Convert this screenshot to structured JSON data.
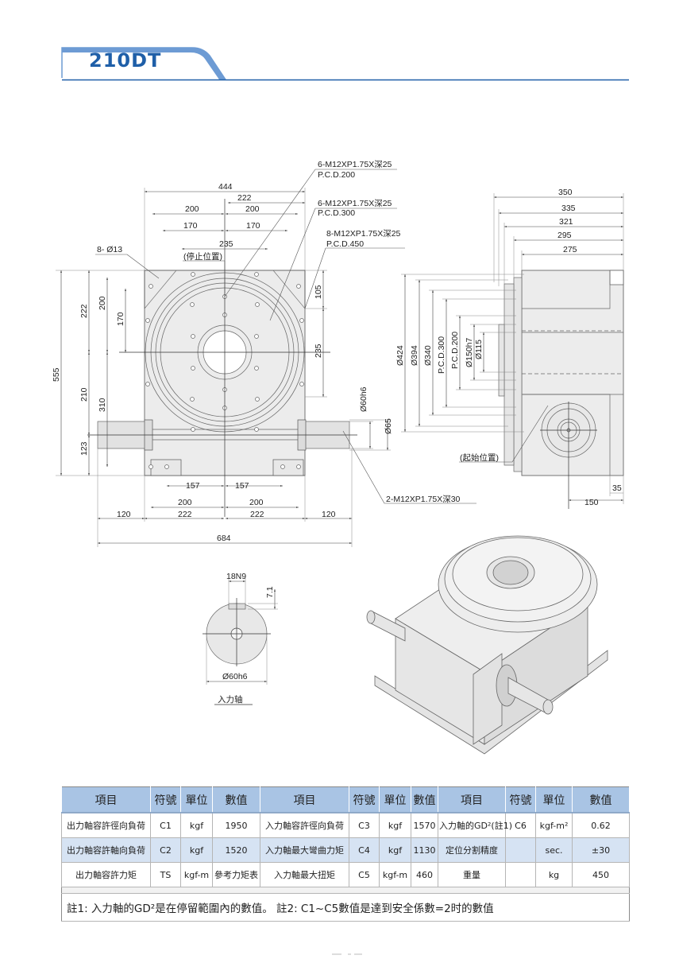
{
  "header": {
    "title": "210DT",
    "accent_color": "#1f5fa8",
    "tab_color": "#6d9bd4"
  },
  "front_view": {
    "notes": {
      "hole_top1_line1": "6-M12XP1.75X深25",
      "hole_top1_line2": "P.C.D.200",
      "hole_top2_line1": "6-M12XP1.75X深25",
      "hole_top2_line2": "P.C.D.300",
      "hole_top3_line1": "8-M12XP1.75X深25",
      "hole_top3_line2": "P.C.D.450",
      "mount_holes": "8- Ø13",
      "stop_position": "(停止位置)",
      "shaft_holes": "2-M12XP1.75X深30"
    },
    "dims_top": {
      "d444": "444",
      "d222": "222",
      "d200_left": "200",
      "d200_right": "200",
      "d170_left": "170",
      "d170_right": "170",
      "d235": "235"
    },
    "dims_left": {
      "d555": "555",
      "d222": "222",
      "d210": "210",
      "d123": "123",
      "d200": "200",
      "d170": "170",
      "d310": "310"
    },
    "dims_right": {
      "d105": "105",
      "d235": "235",
      "d60h6": "Ø60h6",
      "d65": "Ø65"
    },
    "dims_bottom": {
      "d157_left": "157",
      "d157_right": "157",
      "d200_left": "200",
      "d200_right": "200",
      "d120_left": "120",
      "d222_left": "222",
      "d222_right": "222",
      "d120_right": "120",
      "d684": "684"
    }
  },
  "side_view": {
    "dims_top": {
      "d350": "350",
      "d335": "335",
      "d321": "321",
      "d295": "295",
      "d275": "275"
    },
    "dims_left": {
      "d424": "Ø424",
      "d394": "Ø394",
      "d340": "Ø340",
      "pcd300": "P.C.D.300",
      "pcd200": "P.C.D.200",
      "d150h7": "Ø150h7",
      "d115": "Ø115"
    },
    "start_position": "(起始位置)",
    "dims_bottom": {
      "d35": "35",
      "d150": "150"
    }
  },
  "input_shaft": {
    "keyway": "18N9",
    "depth": "7.1",
    "diameter": "Ø60h6",
    "caption": "入力轴"
  },
  "spec_table": {
    "headers": [
      "項目",
      "符號",
      "單位",
      "數值",
      "項目",
      "符號",
      "單位",
      "數值",
      "項目",
      "符號",
      "單位",
      "數值"
    ],
    "rows": [
      [
        "出力軸容許徑向負荷",
        "C1",
        "kgf",
        "1950",
        "入力軸容許徑向負荷",
        "C3",
        "kgf",
        "1570",
        "入力軸的GD²(註1)",
        "C6",
        "kgf-m²",
        "0.62"
      ],
      [
        "出力軸容許軸向負荷",
        "C2",
        "kgf",
        "1520",
        "入力軸最大彎曲力矩",
        "C4",
        "kgf",
        "1130",
        "定位分割精度",
        "",
        "sec.",
        "±30"
      ],
      [
        "出力軸容許力矩",
        "TS",
        "kgf-m",
        "參考力矩表",
        "入力軸最大扭矩",
        "C5",
        "kgf-m",
        "460",
        "重量",
        "",
        "kg",
        "450"
      ]
    ],
    "note": "註1: 入力軸的GD²是在停留範圍內的數值。 註2: C1~C5數值是達到安全係數=2时的數值",
    "header_color": "#a9c4e4",
    "alt_row_color": "#d6e3f3"
  }
}
